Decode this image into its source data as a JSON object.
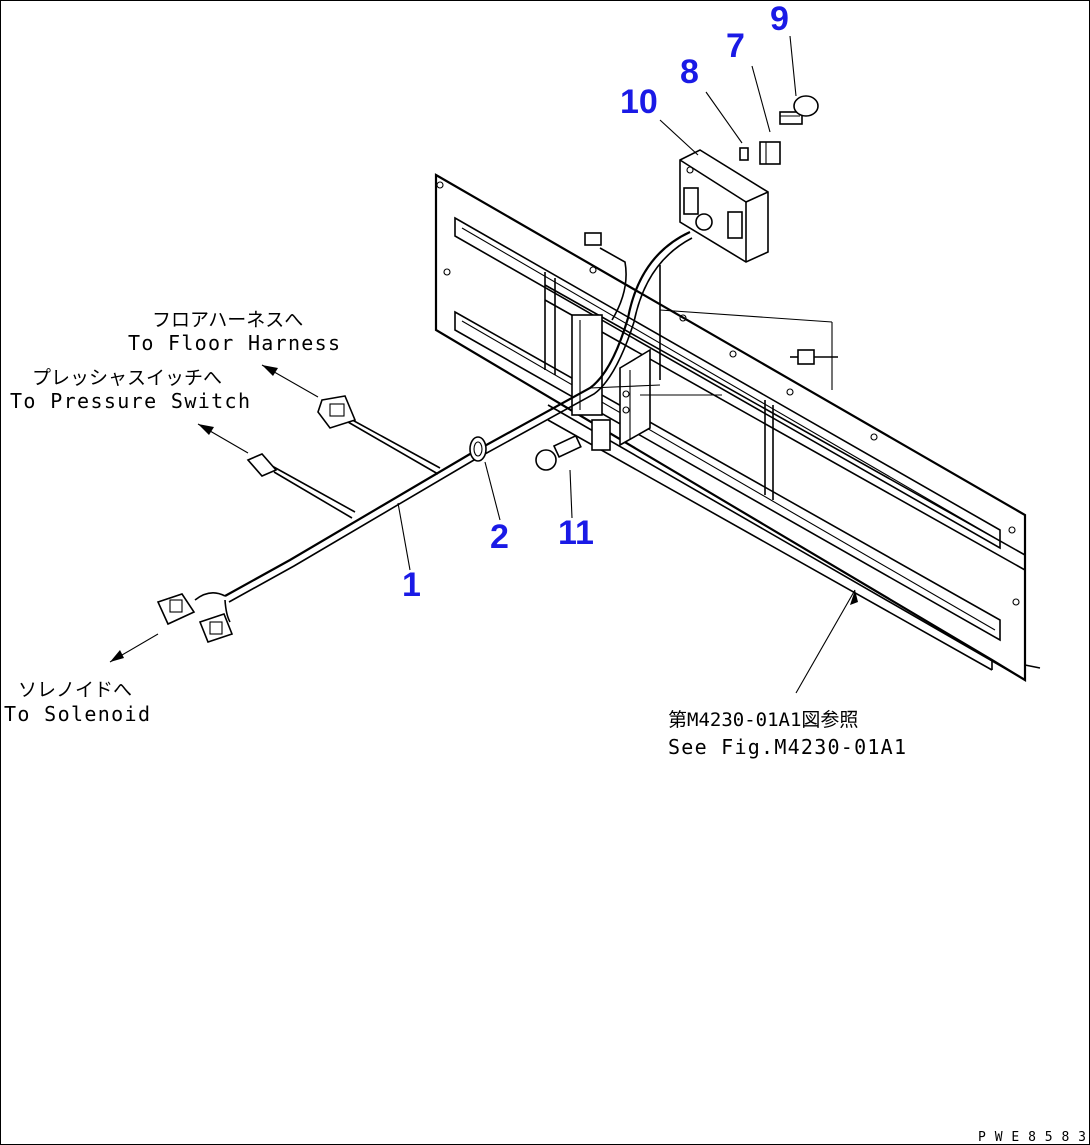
{
  "callouts": {
    "c1": "1",
    "c2": "2",
    "c7": "7",
    "c8": "8",
    "c9": "9",
    "c10": "10",
    "c11": "11"
  },
  "labels": {
    "floor_jp": "フロアハーネスへ",
    "floor_en": "To Floor Harness",
    "pressure_jp": "プレッシャスイッチへ",
    "pressure_en": "To Pressure Switch",
    "solenoid_jp": "ソレノイドへ",
    "solenoid_en": "To Solenoid",
    "fig_jp": "第M4230-01A1図参照",
    "fig_en": "See Fig.M4230-01A1",
    "code": "PWE8583"
  },
  "colors": {
    "callout": "#1a1ae6",
    "line": "#000000",
    "background": "#ffffff"
  }
}
